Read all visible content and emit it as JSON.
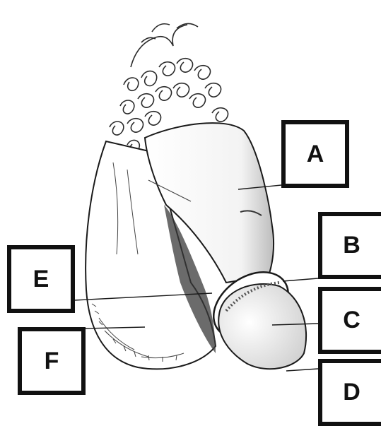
{
  "diagram": {
    "labels": {
      "a": "A",
      "b": "B",
      "c": "C",
      "d": "D",
      "e": "E",
      "f": "F"
    }
  },
  "colors": {
    "ink": "#111111",
    "shade": "#6e6e6e",
    "paper": "#ffffff"
  }
}
